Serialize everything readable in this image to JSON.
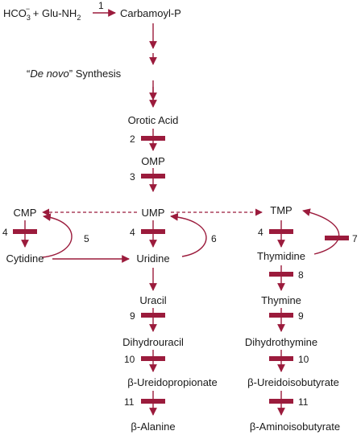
{
  "nodes": {
    "hco3": "HCO",
    "hco3_sub": "3",
    "hco3_sup": "−",
    "glu": " + Glu-NH",
    "glu_sub": "2",
    "carbamoyl": "Carbamoyl-P",
    "de_novo_q1": "“",
    "de_novo_it": "De novo",
    "de_novo_q2": "”",
    "de_novo_rest": " Synthesis",
    "orotic": "Orotic Acid",
    "omp": "OMP",
    "ump": "UMP",
    "cmp": "CMP",
    "tmp": "TMP",
    "cytidine": "Cytidine",
    "uridine": "Uridine",
    "thymidine": "Thymidine",
    "uracil": "Uracil",
    "thymine": "Thymine",
    "dihydrouracil": "Dihydrouracil",
    "dihydrothymine": "Dihydrothymine",
    "ureidopropionate": "β-Ureidopropionate",
    "ureidoisobutyrate": "β-Ureidoisobutyrate",
    "alanine": "β-Alanine",
    "aminoisobutyrate": "β-Aminoisobutyrate"
  },
  "steps": {
    "s1": "1",
    "s2": "2",
    "s3": "3",
    "s4_cmp": "4",
    "s4_ump": "4",
    "s4_tmp": "4",
    "s5": "5",
    "s6": "6",
    "s7": "7",
    "s8": "8",
    "s9_uracil": "9",
    "s9_thymine": "9",
    "s10_uracil": "10",
    "s10_thymine": "10",
    "s11_uracil": "11",
    "s11_thymine": "11"
  },
  "colors": {
    "arrow": "#9b1b3c",
    "text": "#1a1a1a"
  }
}
